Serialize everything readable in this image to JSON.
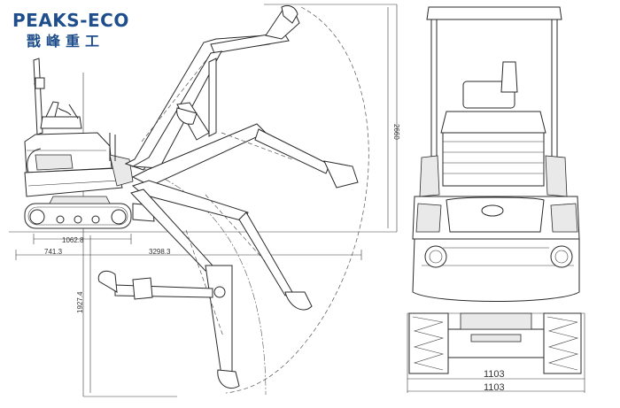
{
  "logo": {
    "latin": "PEAKS-ECO",
    "cjk": "戬峰重工",
    "brand_color": "#1f4e8c"
  },
  "dimensions": {
    "height_max_dig": "2660",
    "depth_max_dig": "1927.4",
    "track_length": "1062.8",
    "front_offset": "741.3",
    "reach_ground": "3298.3",
    "track_width_inner": "1103",
    "track_width_outer": "1103"
  },
  "colors": {
    "line": "#2a2a2a",
    "dash": "#555555"
  }
}
